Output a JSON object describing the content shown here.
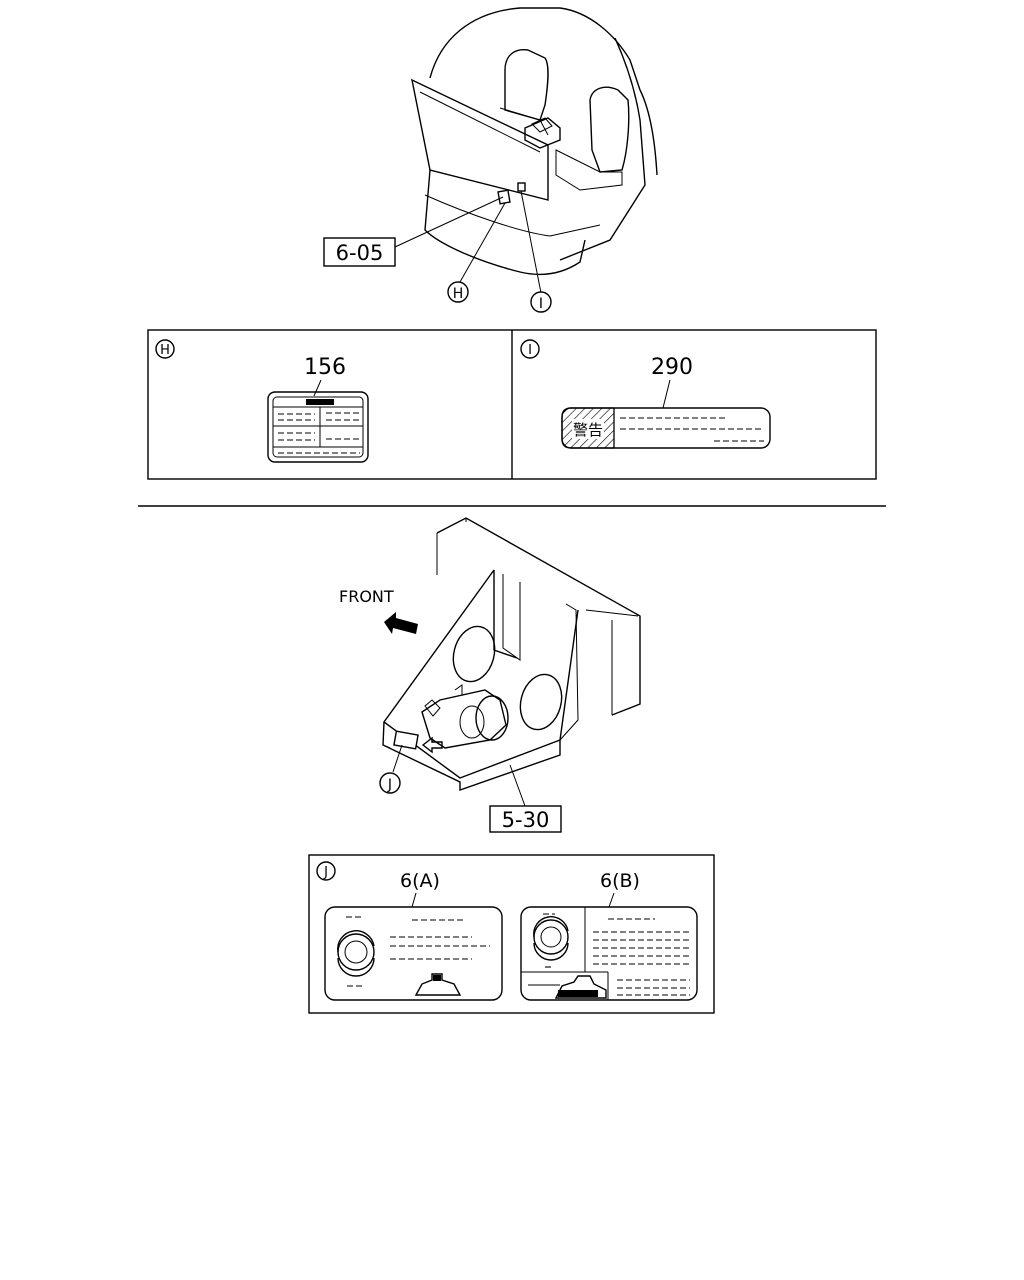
{
  "top_view": {
    "callout_ref": "6-05",
    "marker_h": "H",
    "marker_i": "I"
  },
  "detail_h": {
    "marker": "H",
    "part_number": "156"
  },
  "detail_i": {
    "marker": "I",
    "part_number": "290",
    "label_kanji": "警告"
  },
  "bottom_view": {
    "direction_label": "FRONT",
    "callout_ref": "5-30",
    "marker_j": "J"
  },
  "detail_j": {
    "marker": "J",
    "part_a": "6(A)",
    "part_b": "6(B)"
  }
}
